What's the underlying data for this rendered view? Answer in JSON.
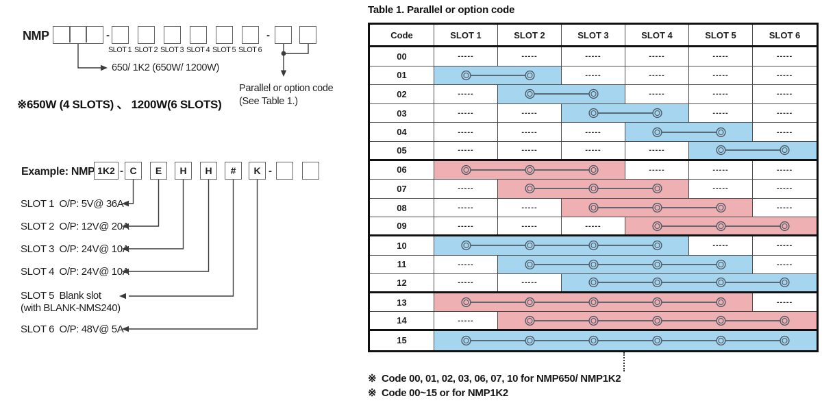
{
  "left": {
    "top": {
      "nmp": "NMP",
      "dash1": "-",
      "dash2": "-",
      "slot_labels": [
        "SLOT 1",
        "SLOT 2",
        "SLOT 3",
        "SLOT 4",
        "SLOT 5",
        "SLOT 6"
      ],
      "wattage": "650/ 1K2 (650W/ 1200W)",
      "parallel_note_line1": "Parallel or option code",
      "parallel_note_line2": "(See Table 1.)"
    },
    "watt_note": "※650W (4 SLOTS) 、 1200W(6 SLOTS)",
    "example": {
      "prefix": "Example: NMP",
      "model": "1K2",
      "dash1": "-",
      "dash2": "-",
      "letters": [
        "C",
        "E",
        "H",
        "H",
        "#",
        "K"
      ],
      "slot_lines": [
        {
          "label": "SLOT 1  O/P: 5V@ 36A"
        },
        {
          "label": "SLOT 2  O/P: 12V@ 20A"
        },
        {
          "label": "SLOT 3  O/P: 24V@ 10A"
        },
        {
          "label": "SLOT 4  O/P: 24V@ 10A"
        },
        {
          "label": "SLOT 5  Blank slot",
          "label2": "(with BLANK-NMS240)"
        },
        {
          "label": "SLOT 6  O/P: 48V@ 5A"
        }
      ]
    }
  },
  "table": {
    "title": "Table 1. Parallel or option code",
    "headers": [
      "Code",
      "SLOT 1",
      "SLOT 2",
      "SLOT 3",
      "SLOT 4",
      "SLOT 5",
      "SLOT 6"
    ],
    "dash": "-----",
    "colors": {
      "highlight_blue": "#a5d5ef",
      "highlight_pink": "#efb0b4",
      "connector": "#4e5a66",
      "thick_border": "#101010"
    },
    "rows": [
      {
        "code": "00",
        "span": null
      },
      {
        "code": "01",
        "span": {
          "start": 1,
          "end": 2,
          "color": "blue"
        }
      },
      {
        "code": "02",
        "span": {
          "start": 2,
          "end": 3,
          "color": "blue"
        }
      },
      {
        "code": "03",
        "span": {
          "start": 3,
          "end": 4,
          "color": "blue"
        }
      },
      {
        "code": "04",
        "span": {
          "start": 4,
          "end": 5,
          "color": "blue"
        }
      },
      {
        "code": "05",
        "span": {
          "start": 5,
          "end": 6,
          "color": "blue"
        }
      },
      {
        "code": "06",
        "span": {
          "start": 1,
          "end": 3,
          "color": "pink"
        }
      },
      {
        "code": "07",
        "span": {
          "start": 2,
          "end": 4,
          "color": "pink"
        }
      },
      {
        "code": "08",
        "span": {
          "start": 3,
          "end": 5,
          "color": "pink"
        }
      },
      {
        "code": "09",
        "span": {
          "start": 4,
          "end": 6,
          "color": "pink"
        }
      },
      {
        "code": "10",
        "span": {
          "start": 1,
          "end": 4,
          "color": "blue"
        }
      },
      {
        "code": "11",
        "span": {
          "start": 2,
          "end": 5,
          "color": "blue"
        }
      },
      {
        "code": "12",
        "span": {
          "start": 3,
          "end": 6,
          "color": "blue"
        }
      },
      {
        "code": "13",
        "span": {
          "start": 1,
          "end": 5,
          "color": "pink"
        }
      },
      {
        "code": "14",
        "span": {
          "start": 2,
          "end": 6,
          "color": "pink"
        }
      },
      {
        "code": "15",
        "span": {
          "start": 1,
          "end": 6,
          "color": "blue"
        }
      }
    ],
    "group_end_codes": [
      "05",
      "09",
      "12",
      "14"
    ],
    "notes": [
      "※  Code 00, 01, 02, 03, 06, 07, 10 for NMP650/ NMP1K2",
      "※  Code 00~15 or for NMP1K2"
    ]
  }
}
